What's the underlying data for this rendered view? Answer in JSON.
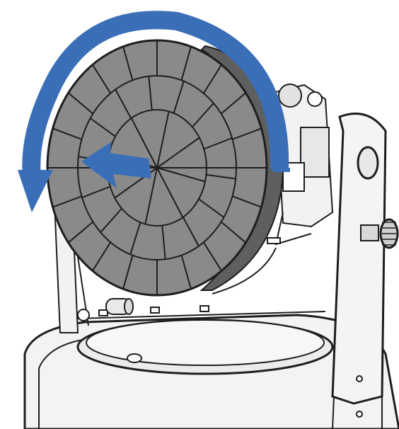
{
  "illustration": {
    "description_visible_text": "",
    "parts": {
      "wheel": {
        "segments_outer": 20,
        "rings": 3
      },
      "rotation_arrow": {
        "direction": "counterclockwise"
      },
      "straight_arrow": {
        "direction": "left"
      },
      "knob_icon": "knob-icon",
      "stand_icon": "stand-icon"
    },
    "colors": {
      "arrow_blue": "#3a6fb7",
      "wheel_face": "#8a8a8a",
      "wheel_edge": "#5d5d5d",
      "line": "#1e1e1e",
      "body": "#f2f2f2",
      "tray": "#e6e6e6"
    }
  }
}
